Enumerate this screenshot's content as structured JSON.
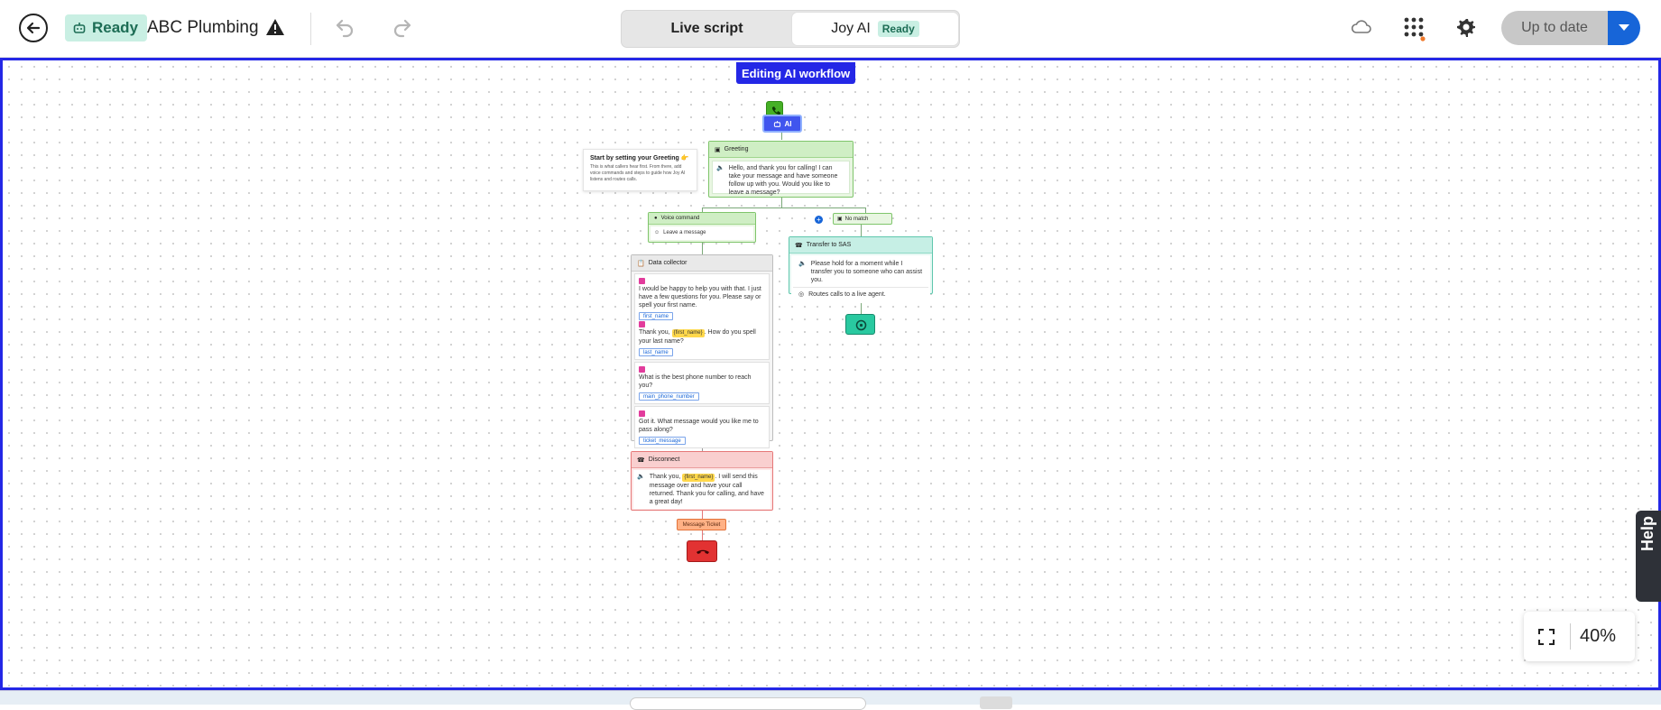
{
  "header": {
    "status_badge": "Ready",
    "app_title": "ABC Plumbing",
    "tabs": {
      "live_script": "Live script",
      "joy_ai": "Joy AI",
      "joy_ai_badge": "Ready"
    },
    "publish_button": "Up to date"
  },
  "canvas": {
    "label": "Editing AI workflow",
    "ai_node": "AI",
    "tip": {
      "title": "Start by setting your Greeting 👉",
      "body": "This is what callers hear first. From there, add voice commands and steps to guide how Joy AI listens and routes calls."
    },
    "greeting": {
      "title": "Greeting",
      "text": "Hello, and thank you for calling! I can take your message and have someone follow up with you. Would you like to leave a message?"
    },
    "voice_command": {
      "title": "Voice command",
      "text": "Leave a message"
    },
    "no_match": "No match",
    "transfer": {
      "title": "Transfer to SAS",
      "text": "Please hold for a moment while I transfer you to someone who can assist you.",
      "sub": "Routes calls to a live agent."
    },
    "data_collector": {
      "title": "Data collector",
      "q1": "I would be happy to help you with that. I just have a few questions for you. Please say or spell your first name.",
      "v1": "first_name",
      "q2_pre": "Thank you,",
      "q2_var": "{first_name}",
      "q2_post": ". How do you spell your last name?",
      "v2": "last_name",
      "q3": "What is the best phone number to reach you?",
      "v3": "main_phone_number",
      "q4": "Got it. What message would you like me to pass along?",
      "v4": "ticket_message"
    },
    "disconnect": {
      "title": "Disconnect",
      "pre": "Thank you,",
      "var": "{first_name}",
      "post": ". I will send this message over and have your call returned. Thank you for calling, and have a great day!"
    },
    "ticket": "Message Ticket"
  },
  "help": "Help",
  "zoom": "40%",
  "colors": {
    "accent": "#1765d8",
    "canvas_border": "#2427e6",
    "ready_bg": "#c9efe3"
  }
}
